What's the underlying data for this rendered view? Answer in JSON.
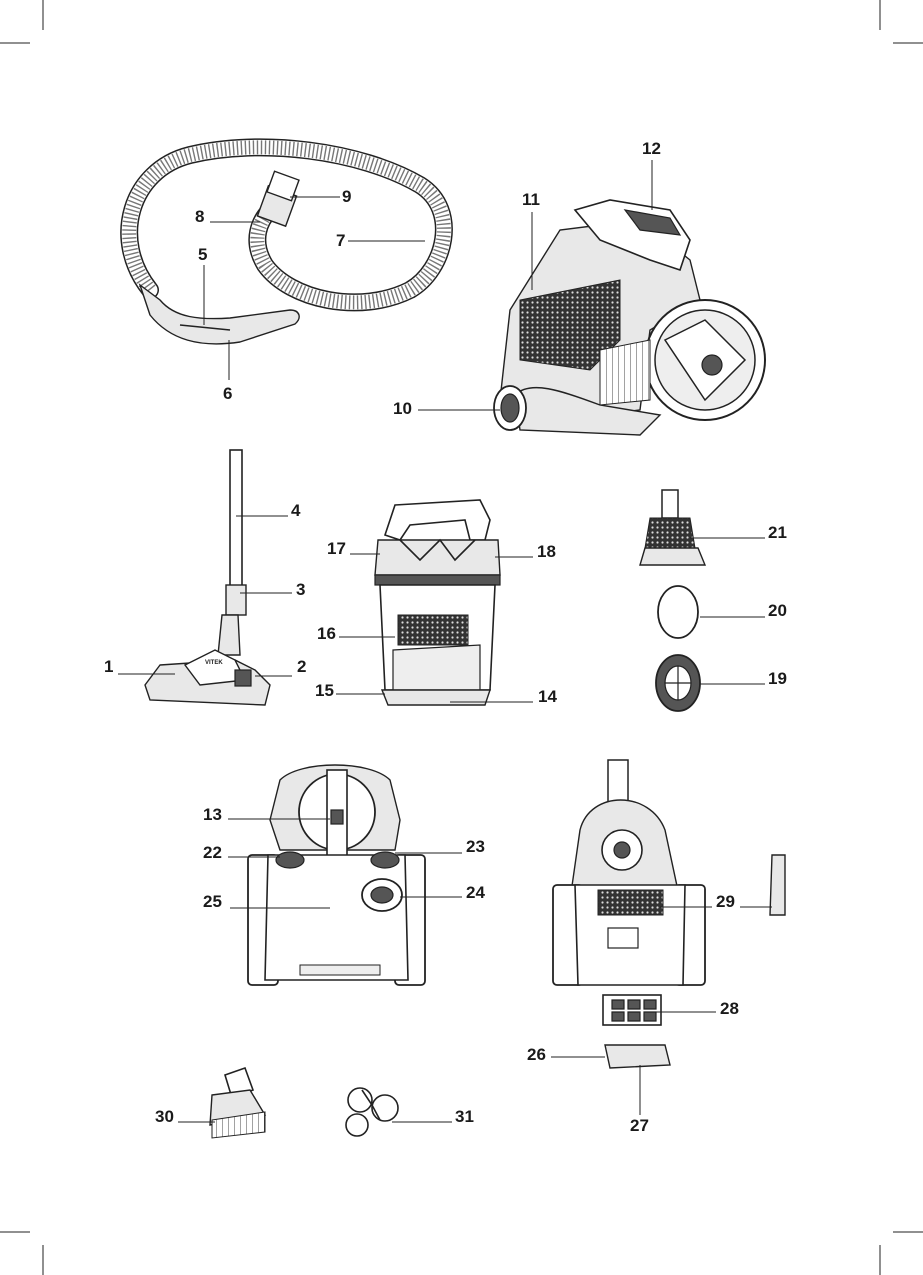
{
  "labels": {
    "n1": "1",
    "n2": "2",
    "n3": "3",
    "n4": "4",
    "n5": "5",
    "n6": "6",
    "n7": "7",
    "n8": "8",
    "n9": "9",
    "n10": "10",
    "n11": "11",
    "n12": "12",
    "n13": "13",
    "n14": "14",
    "n15": "15",
    "n16": "16",
    "n17": "17",
    "n18": "18",
    "n19": "19",
    "n20": "20",
    "n21": "21",
    "n22": "22",
    "n23": "23",
    "n24": "24",
    "n25": "25",
    "n26": "26",
    "n27": "27",
    "n28": "28",
    "n29": "29",
    "n30": "30",
    "n31": "31"
  },
  "brand_text": "VITEK"
}
